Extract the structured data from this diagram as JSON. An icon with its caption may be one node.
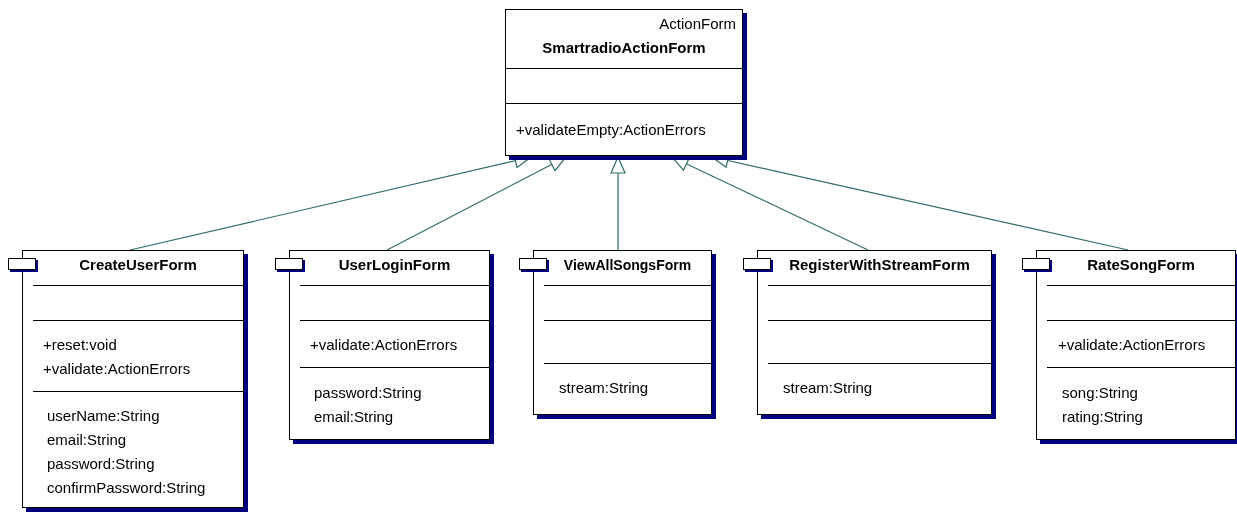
{
  "diagram": {
    "nodes": [
      {
        "text": [
          "ActionForm",
          "SmartradioActionForm",
          "+validateEmpty:ActionErrors"
        ]
      },
      {
        "text": [
          "CreateUserForm",
          "+reset:void",
          "+validate:ActionErrors",
          "userName:String",
          "email:String",
          "password:String",
          "confirmPassword:String"
        ]
      },
      {
        "text": [
          "UserLoginForm",
          "+validate:ActionErrors",
          "password:String",
          "email:String"
        ]
      },
      {
        "text": [
          "ViewAllSongsForm",
          "stream:String"
        ]
      },
      {
        "text": [
          "RegisterWithStreamForm",
          "stream:String"
        ]
      },
      {
        "text": [
          "RateSongForm",
          "+validate:ActionErrors",
          "song:String",
          "rating:String"
        ]
      }
    ],
    "edges": [
      {
        "from": 1,
        "to": 0,
        "arrow": "to"
      },
      {
        "from": 2,
        "to": 0,
        "arrow": "to"
      },
      {
        "from": 3,
        "to": 0,
        "arrow": "to"
      },
      {
        "from": 4,
        "to": 0,
        "arrow": "to"
      },
      {
        "from": 5,
        "to": 0,
        "arrow": "to"
      }
    ]
  }
}
